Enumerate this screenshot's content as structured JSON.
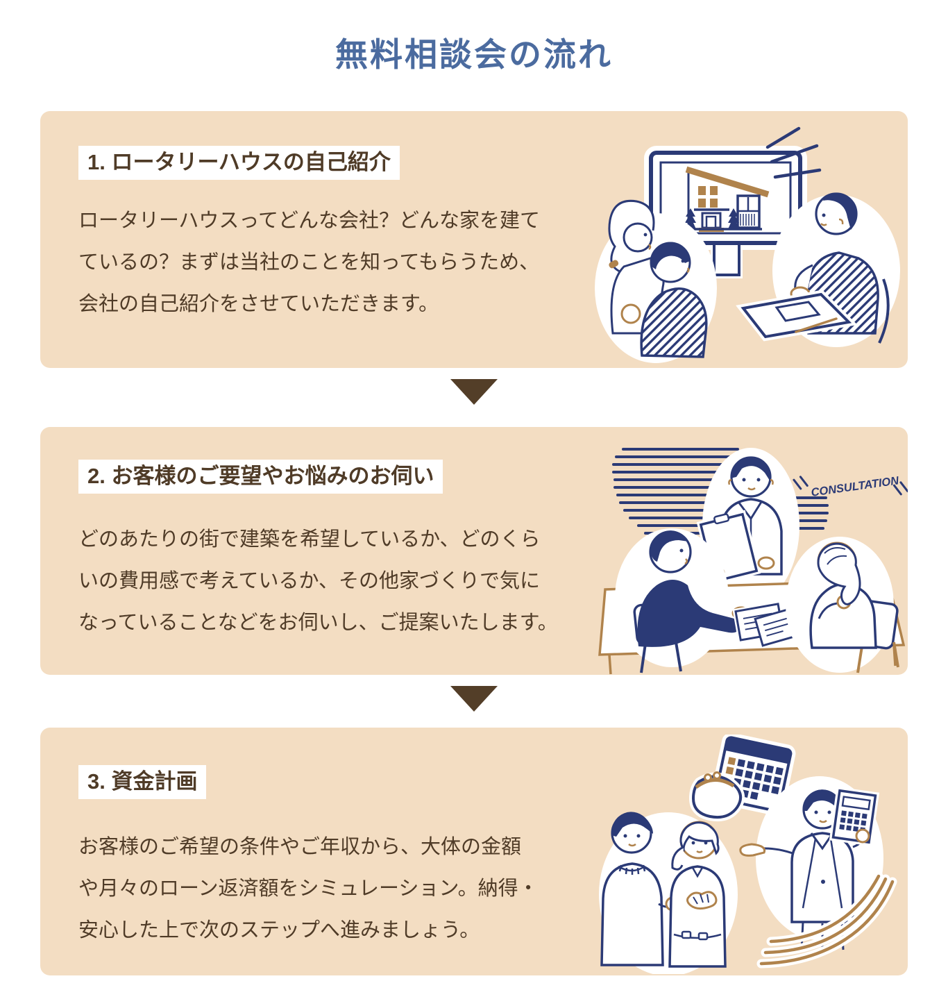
{
  "title": "無料相談会の流れ",
  "steps": [
    {
      "heading": "1. ロータリーハウスの自己紹介",
      "body": "ロータリーハウスってどんな会社？どんな家を建て\nているの？まずは当社のことを知ってもらうため、\n会社の自己紹介をさせていただきます。",
      "illustration": "couple watching company presentation about a house on a monitor with staff member"
    },
    {
      "heading": "2. お客様のご要望やお悩みのお伺い",
      "body": "どのあたりの街で建築を希望しているか、どのくら\nいの費用感で考えているか、その他家づくりで気に\nなっていることなどをお伺いし、ご提案いたします。",
      "label": "CONSULTATION",
      "illustration": "staff with clipboard consulting a couple at a table"
    },
    {
      "heading": "3. 資金計画",
      "body": "お客様のご希望の条件やご年収から、大体の金額\nや月々のローン返済額をシミュレーション。納得・\n安心した上で次のステップへ進みましょう。",
      "illustration": "couple with advisor holding calculator, coin purse and calendar"
    }
  ],
  "colors": {
    "title_blue": "#4b6b9f",
    "card_background": "#f3ddc2",
    "text_brown": "#4f3b27",
    "heading_highlight": "#ffffff",
    "arrow_brown": "#533e28",
    "illustration_navy": "#2b3a76",
    "illustration_tan": "#b0834c"
  }
}
